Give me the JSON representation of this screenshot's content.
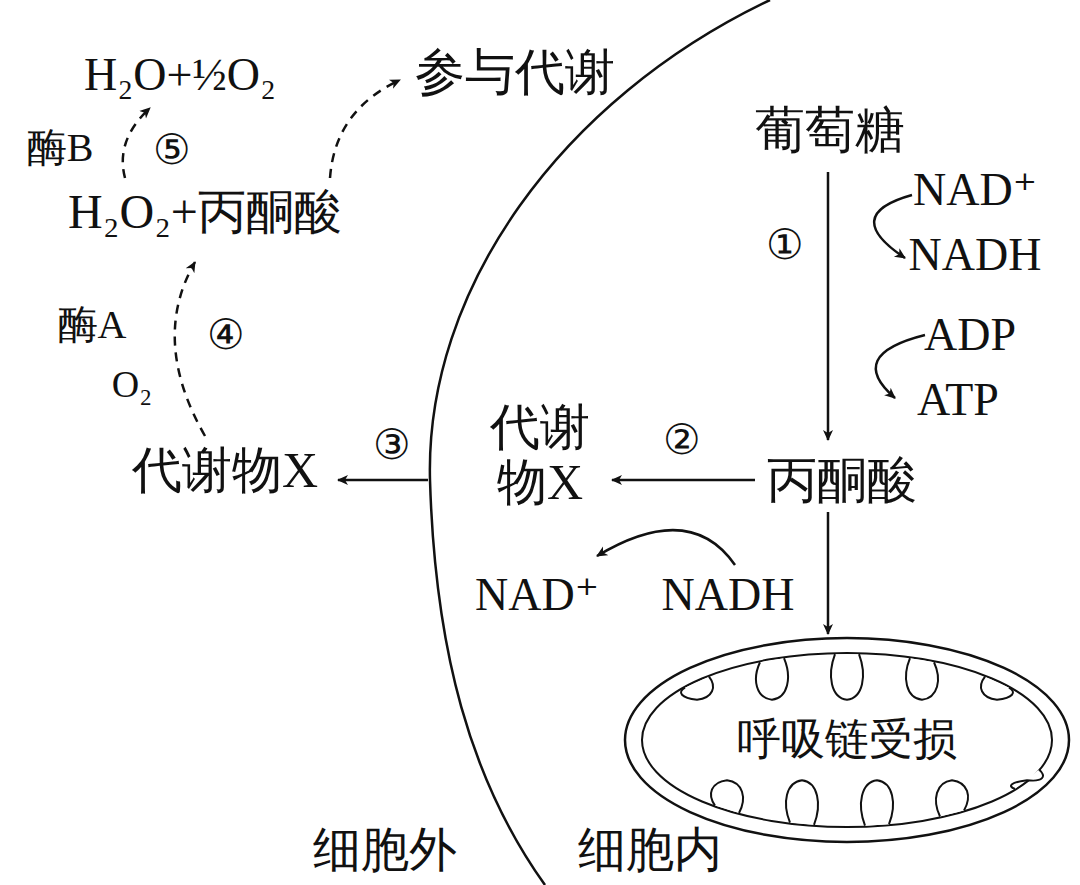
{
  "diagram": {
    "nodes": [
      {
        "text": [
          "呼吸链受损"
        ]
      }
    ],
    "labels": [
      "H₂O+½O₂",
      "参与代谢",
      "葡萄糖",
      "酶B",
      "⑤",
      "NAD⁺",
      "①",
      "H₂O₂+丙酮酸",
      "NADH",
      "酶A",
      "④",
      "ADP",
      "O₂",
      "ATP",
      "代谢 物X",
      "②",
      "③",
      "代谢物X",
      "丙酮酸",
      "NAD⁺",
      "NADH",
      "细胞外",
      "细胞内"
    ]
  }
}
